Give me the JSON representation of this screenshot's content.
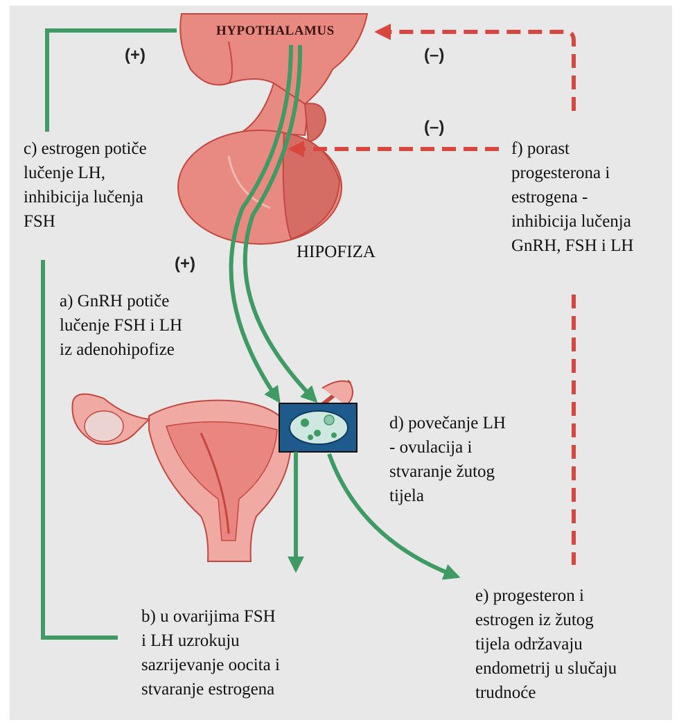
{
  "labels": {
    "hypothalamus": "HYPOTHALAMUS",
    "hipofiza": "HIPOFIZA",
    "plus_top": "(+)",
    "plus_mid": "(+)",
    "minus_top": "(–)",
    "minus_mid": "(–)"
  },
  "steps": {
    "a": "a) GnRH potiče\nlučenje FSH i LH\niz adenohipofize",
    "b": "b) u ovarijima FSH\ni LH uzrokuju\nsazrijevanje oocita i\nstvaranje estrogena",
    "c": "c) estrogen potiče\nlučenje LH,\ninhibicija lučenja\nFSH",
    "d": "d) povečanje LH\n- ovulacija i\nstvaranje žutog\ntijela",
    "e": "e) progesteron i\nestrogen iz žutog\ntijela održavaju\nendometrij u slučaju\ntrudnoće",
    "f": "f) porast\nprogesterona i\nestrogena -\ninhibicija lučenja\nGnRH, FSH i LH"
  },
  "colors": {
    "stimulation": "#3f9a63",
    "inhibition": "#d9463e",
    "organ": "#e88a82",
    "organ_dark": "#c2473f",
    "ovary_box": "#1e5a8c"
  }
}
